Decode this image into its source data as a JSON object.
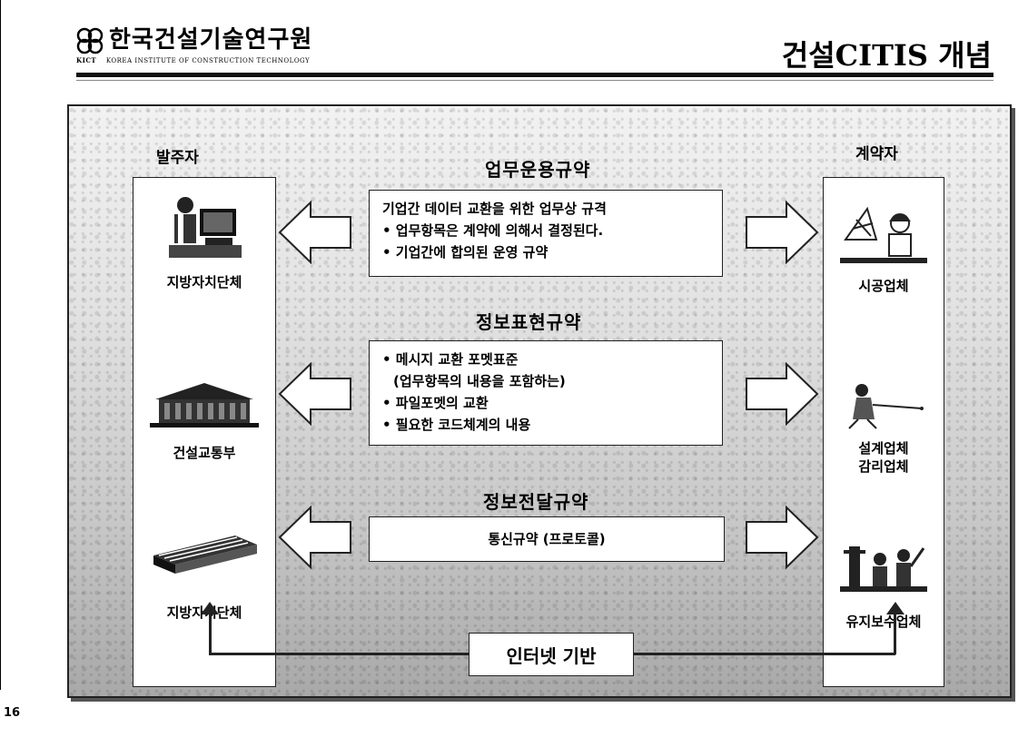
{
  "header": {
    "org_name": "한국건설기술연구원",
    "org_abbr": "KICT",
    "org_english": "KOREA INSTITUTE OF CONSTRUCTION TECHNOLOGY",
    "slide_title": "건설CITIS 개념"
  },
  "diagram": {
    "left_title": "발주자",
    "right_title": "계약자",
    "left_entities": [
      {
        "label": "지방자치단체",
        "icon": "person-at-computer-icon"
      },
      {
        "label": "건설교통부",
        "icon": "government-building-icon"
      },
      {
        "label": "지방자치단체",
        "icon": "office-building-icon"
      }
    ],
    "right_entities": [
      {
        "label": "시공업체",
        "icon": "construction-worker-icon"
      },
      {
        "label": "설계업체\n감리업체",
        "icon": "surveyor-icon"
      },
      {
        "label": "유지보수업체",
        "icon": "maintenance-workers-icon"
      }
    ],
    "sections": [
      {
        "title": "업무운용규약",
        "lines": [
          "기업간 데이터 교환을 위한 업무상 규격",
          "• 업무항목은 계약에 의해서 결정된다.",
          "• 기업간에 합의된 운영 규약"
        ]
      },
      {
        "title": "정보표현규약",
        "lines": [
          "• 메시지 교환 포멧표준",
          "(업무항목의 내용을 포함하는)",
          "• 파일포멧의 교환",
          "• 필요한 코드체계의 내용"
        ]
      },
      {
        "title": "정보전달규약",
        "lines": [
          "통신규약 (프로토콜)"
        ]
      }
    ],
    "base_label": "인터넷 기반"
  },
  "page_number": "16",
  "colors": {
    "border": "#222222",
    "box_fill": "#ffffff",
    "background_texture": "#c8c8c8"
  }
}
